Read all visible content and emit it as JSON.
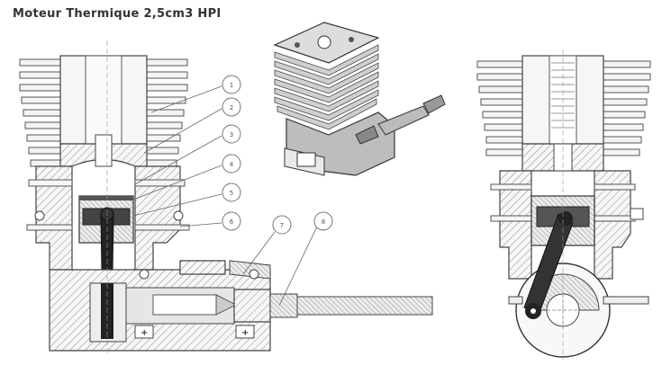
{
  "title": "Moteur Thermique 2,5cm3 HPI",
  "callouts": [
    "1",
    "2",
    "3",
    "4",
    "5",
    "6",
    "7",
    "8"
  ]
}
